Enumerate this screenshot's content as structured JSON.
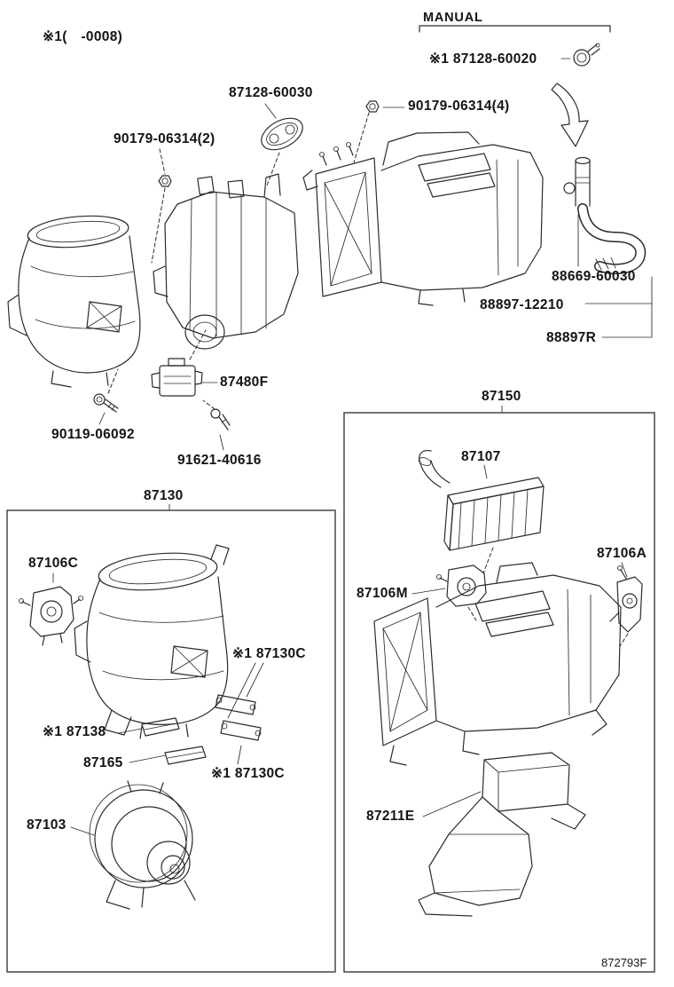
{
  "page": {
    "top_note": "※1(　-0008)",
    "figure_code": "872793F"
  },
  "manual_section": {
    "title": "MANUAL",
    "clip_part": "※1 87128-60020"
  },
  "main_assembly": {
    "grommet": "87128-60030",
    "nut_qty4": "90179-06314(4)",
    "nut_qty2": "90179-06314(2)",
    "water_pipe": "88669-60030",
    "water_hose": "88897-12210",
    "hose_assy": "88897R",
    "blower_resistor": "87480F",
    "bolt": "90119-06092",
    "screw": "91621-40616"
  },
  "blower_box": {
    "assy_no": "87130",
    "servo_c": "87106C",
    "damper_upper": "※1 87130C",
    "lever": "※1 87138",
    "packing": "87165",
    "damper_lower": "※1 87130C",
    "blower_motor": "87103"
  },
  "heater_box": {
    "assy_no": "87150",
    "heater_core": "87107",
    "servo_m": "87106M",
    "servo_a": "87106A",
    "duct": "87211E"
  },
  "colors": {
    "line": "#2b2b2b",
    "background": "#ffffff"
  }
}
